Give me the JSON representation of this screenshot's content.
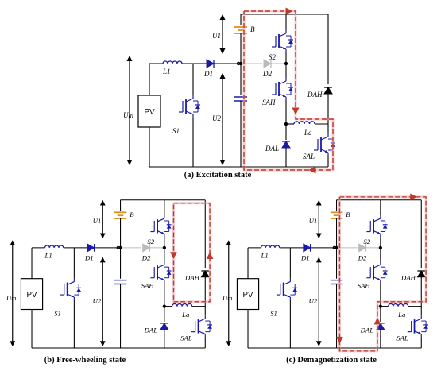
{
  "colors": {
    "wire": "#000000",
    "device": "#1a1aa8",
    "flow": "#c0392b",
    "path": "#e8a0a8",
    "battery": "#e09020",
    "off": "#bbbbbb"
  },
  "panels": [
    {
      "caption": "(a) Excitation state",
      "labels": {
        "um": "Um",
        "l1": "L1",
        "d1": "D1",
        "s1": "S1",
        "u1": "U1",
        "b": "B",
        "u2": "U2",
        "d2": "D2",
        "s2": "S2",
        "sah": "SAH",
        "dah": "DAH",
        "la": "La",
        "dal": "DAL",
        "sal": "SAL"
      },
      "pv": "PV"
    },
    {
      "caption": "(b) Free-wheeling state",
      "labels": {
        "um": "Um",
        "l1": "L1",
        "d1": "D1",
        "s1": "S1",
        "u1": "U1",
        "b": "B",
        "u2": "U2",
        "d2": "D2",
        "s2": "S2",
        "sah": "SAH",
        "dah": "DAH",
        "la": "La",
        "dal": "DAL",
        "sal": "SAL"
      },
      "pv": "PV"
    },
    {
      "caption": "(c) Demagnetization state",
      "labels": {
        "um": "Um",
        "l1": "L1",
        "d1": "D1",
        "s1": "S1",
        "u1": "U1",
        "b": "B",
        "u2": "U2",
        "d2": "D2",
        "s2": "S2",
        "sah": "SAH",
        "dah": "DAH",
        "la": "La",
        "dal": "DAL",
        "sal": "SAL"
      },
      "pv": "PV"
    }
  ]
}
